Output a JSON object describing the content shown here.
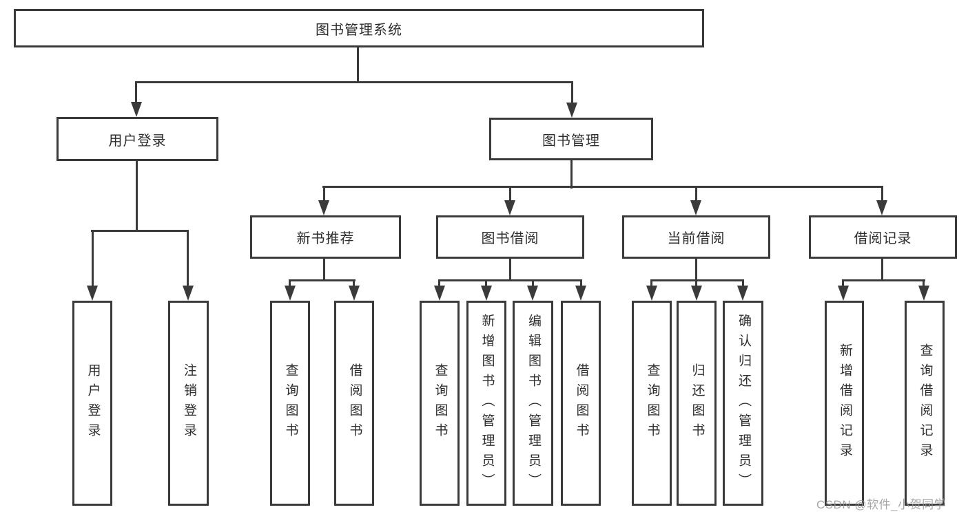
{
  "diagram_type": "functional-structure-tree",
  "colors": {
    "line": "#3a3a3a",
    "box_border": "#3a3a3a",
    "text": "#2e2e2e",
    "background": "#ffffff",
    "watermark": "#969696"
  },
  "tree": {
    "label": "图书管理系统",
    "children": [
      {
        "label": "用户登录",
        "children": [
          {
            "label": "用户登录"
          },
          {
            "label": "注销登录"
          }
        ]
      },
      {
        "label": "图书管理",
        "children": [
          {
            "label": "新书推荐",
            "children": [
              {
                "label": "查询图书"
              },
              {
                "label": "借阅图书"
              }
            ]
          },
          {
            "label": "图书借阅",
            "children": [
              {
                "label": "查询图书"
              },
              {
                "label": "新增图书（管理员）"
              },
              {
                "label": "编辑图书（管理员）"
              },
              {
                "label": "借阅图书"
              }
            ]
          },
          {
            "label": "当前借阅",
            "children": [
              {
                "label": "查询图书"
              },
              {
                "label": "归还图书"
              },
              {
                "label": "确认归还（管理员）"
              }
            ]
          },
          {
            "label": "借阅记录",
            "children": [
              {
                "label": "新增借阅记录"
              },
              {
                "label": "查询借阅记录"
              }
            ]
          }
        ]
      }
    ]
  },
  "watermark": "CSDN @软件_小贺同学"
}
